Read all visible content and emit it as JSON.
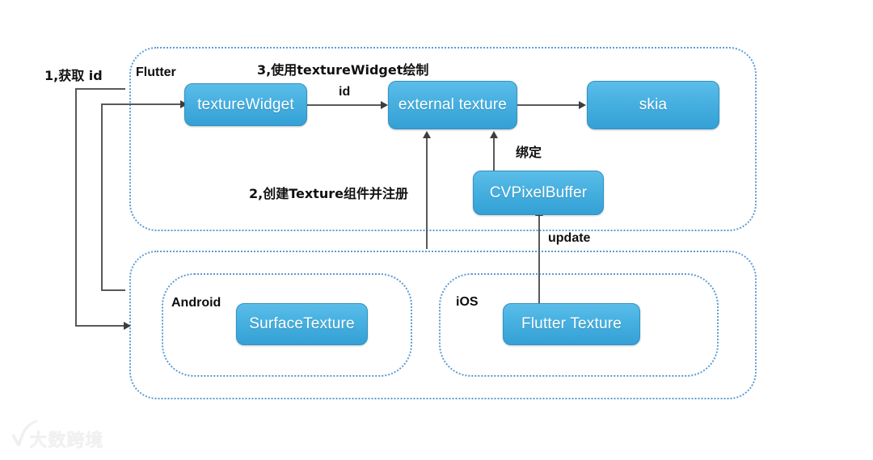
{
  "diagram": {
    "title": "Flutter external texture rendering flow",
    "colors": {
      "node_fill_top": "#5cbde8",
      "node_fill_bottom": "#34a0d5",
      "node_text": "#ffffff",
      "container_border": "#5b9bd5",
      "connector": "#595959",
      "annotation_text": "#111111",
      "background": "#ffffff"
    },
    "containers": [
      {
        "id": "flutter",
        "label": "Flutter"
      },
      {
        "id": "platform",
        "label": ""
      },
      {
        "id": "android",
        "label": "Android"
      },
      {
        "id": "ios",
        "label": "iOS"
      }
    ],
    "nodes": [
      {
        "id": "texture-widget",
        "label": "textureWidget"
      },
      {
        "id": "external-texture",
        "label": "external texture"
      },
      {
        "id": "skia",
        "label": "skia"
      },
      {
        "id": "cvpixelbuffer",
        "label": "CVPixelBuffer"
      },
      {
        "id": "surface-texture",
        "label": "SurfaceTexture"
      },
      {
        "id": "flutter-texture",
        "label": "Flutter Texture"
      }
    ],
    "annotations": [
      {
        "id": "step1",
        "label": "1,获取 id"
      },
      {
        "id": "step3",
        "label": "3,使用textureWidget绘制"
      },
      {
        "id": "id-edge",
        "label": "id"
      },
      {
        "id": "step2",
        "label": "2,创建Texture组件并注册"
      },
      {
        "id": "bind",
        "label": "绑定"
      },
      {
        "id": "update",
        "label": "update"
      }
    ]
  },
  "watermark": {
    "mark": "ꪜ",
    "text": "大数跨境"
  }
}
